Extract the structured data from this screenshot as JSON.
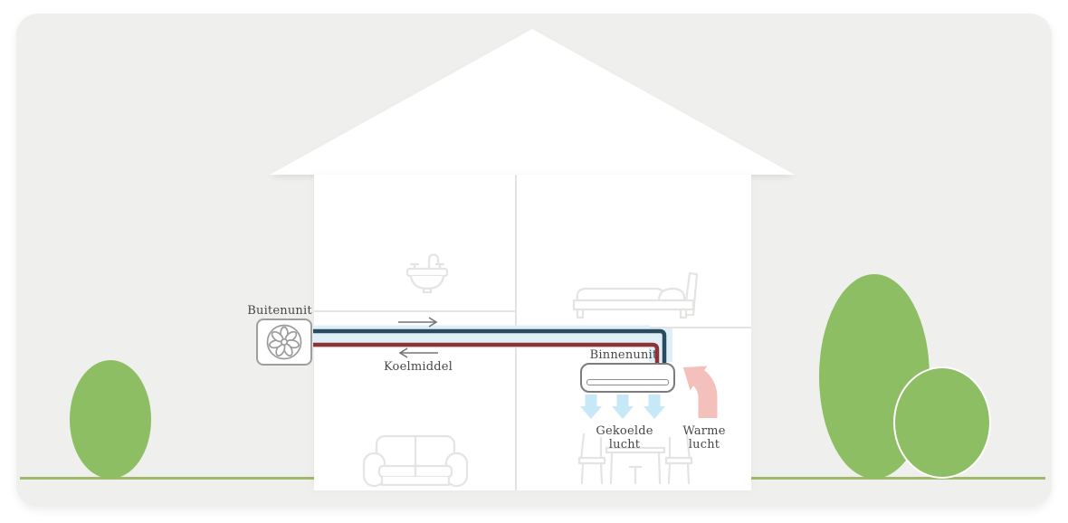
{
  "diagram": {
    "outdoor_unit_label": "Buitenunit",
    "indoor_unit_label": "Binnenunit",
    "refrigerant_label": "Koelmiddel",
    "cooled_air_label_line1": "Gekoelde",
    "cooled_air_label_line2": "lucht",
    "warm_air_label_line1": "Warme",
    "warm_air_label_line2": "lucht"
  },
  "icons": {
    "outdoor_unit": "fan-icon",
    "indoor_unit": "ac-indoor-unit-icon",
    "bathroom": "sink-icon",
    "bedroom": "bed-icon",
    "living_room": "sofa-icon",
    "dining_room": "dining-table-icon",
    "supply_flow": "arrow-right-icon",
    "return_flow": "arrow-left-icon",
    "cooled_air": "arrow-down-icon",
    "warm_air": "arrow-bend-up-icon"
  },
  "colors": {
    "card_bg": "#EFEFED",
    "house_fill": "#FFFFFF",
    "bush_green": "#8DBE63",
    "ground_line": "#9DB96E",
    "pipe_cold": "#2A4A5F",
    "pipe_warm": "#8F3236",
    "pipe_halo": "#DFEFF8",
    "cold_air": "#C6E8F7",
    "warm_air": "#F4C0BC",
    "label_text": "#474747",
    "furniture_outline": "#E4E4E3",
    "divider": "#E3E3E2",
    "flow_arrow": "#767676"
  }
}
